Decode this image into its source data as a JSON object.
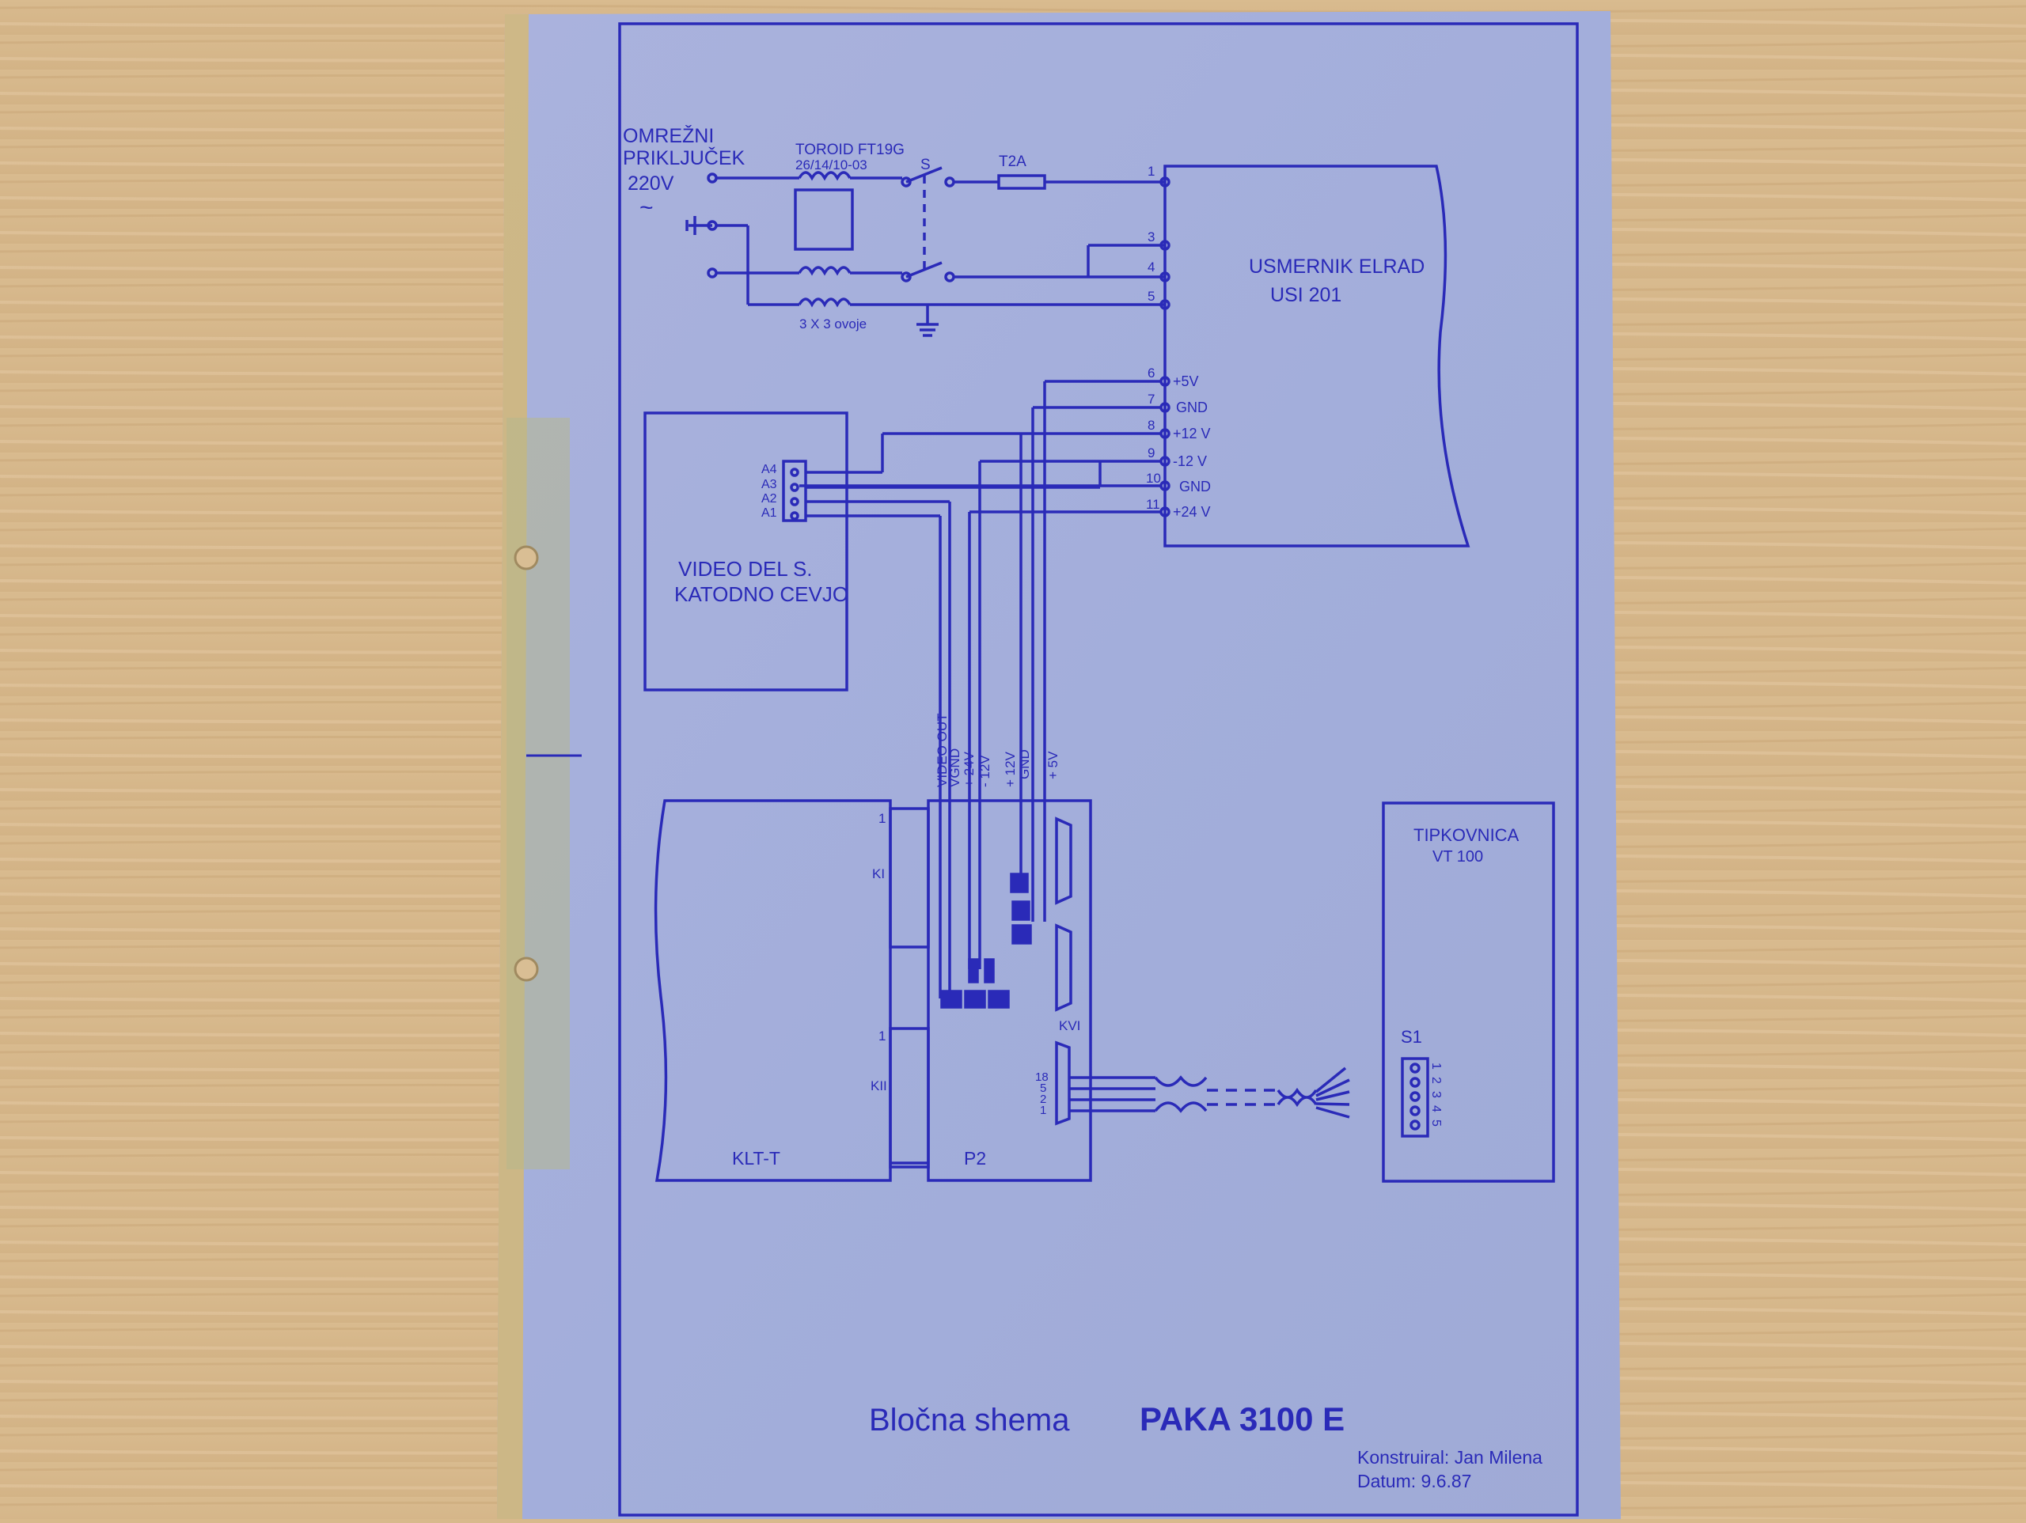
{
  "mains": {
    "line1": "OMREŽNI",
    "line2": "PRIKLJUČEK",
    "voltage": "220V",
    "ac_symbol": "~"
  },
  "toroid": {
    "line1": "TOROID FT19G",
    "line2": "26/14/10-03"
  },
  "switch_label": "S",
  "fuse_label": "T2A",
  "choke_label": "3 X 3 ovoje",
  "psu": {
    "line1": "USMERNIK ELRAD",
    "line2": "USI 201"
  },
  "psu_pins": [
    {
      "pin": "1",
      "label": ""
    },
    {
      "pin": "3",
      "label": ""
    },
    {
      "pin": "4",
      "label": ""
    },
    {
      "pin": "5",
      "label": ""
    },
    {
      "pin": "6",
      "label": "+5V"
    },
    {
      "pin": "7",
      "label": "GND"
    },
    {
      "pin": "8",
      "label": "+12 V"
    },
    {
      "pin": "9",
      "label": "-12 V"
    },
    {
      "pin": "10",
      "label": "GND"
    },
    {
      "pin": "11",
      "label": "+24 V"
    }
  ],
  "video": {
    "line1": "VIDEO DEL S.",
    "line2": "KATODNO CEVJO",
    "pins": [
      "A4",
      "A3",
      "A2",
      "A1"
    ]
  },
  "bus_labels": [
    "VIDEO OUT",
    "VGND",
    "+ 24V",
    "- 12V",
    "+ 12V",
    "GND",
    "+ 5V"
  ],
  "klt": {
    "name": "KLT-T",
    "ki": "KI",
    "kii": "KII",
    "pin_a": "1",
    "pin_b": "1"
  },
  "p2": {
    "name": "P2",
    "kvi": "KVI",
    "pins": [
      "18",
      "5",
      "2",
      "1"
    ]
  },
  "keyboard": {
    "line1": "TIPKOVNICA",
    "line2": "VT 100",
    "connector": "S1",
    "pins": [
      "1",
      "2",
      "3",
      "4",
      "5"
    ]
  },
  "title": {
    "main": "Bločna shema",
    "model": "PAKA 3100 E"
  },
  "footer": {
    "constructor": "Konstruiral: Jan Milena",
    "date": "Datum: 9.6.87"
  },
  "colors": {
    "ink": "#2a2ab8",
    "paper": "#a6b1dc",
    "table": "#d8b98c"
  }
}
